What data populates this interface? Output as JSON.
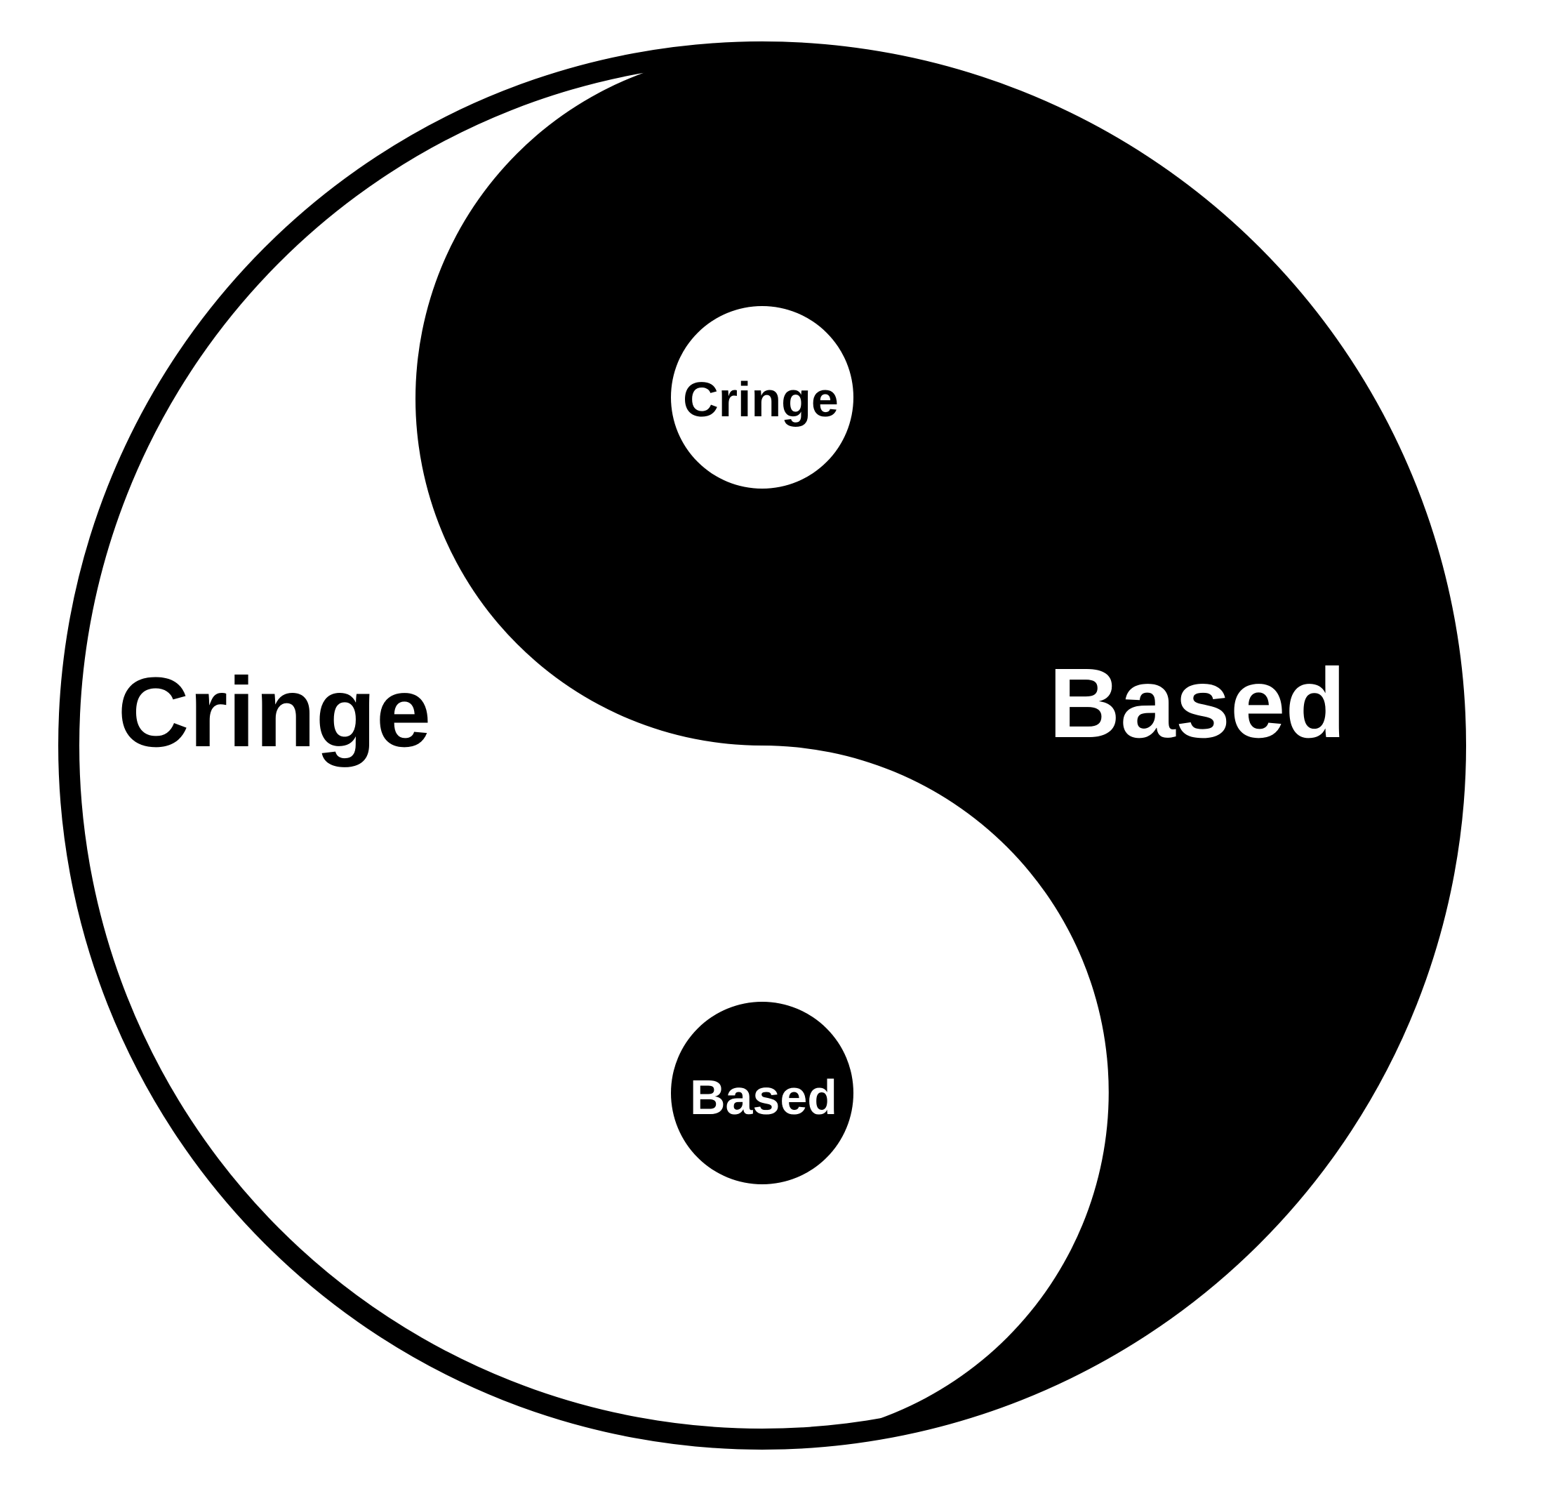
{
  "diagram": {
    "type": "yin-yang",
    "colors": {
      "background": "#ffffff",
      "dark": "#000000",
      "light": "#ffffff"
    },
    "halves": {
      "light": {
        "label": "Cringe"
      },
      "dark": {
        "label": "Based"
      }
    },
    "dots": {
      "in_dark": {
        "label": "Cringe"
      },
      "in_light": {
        "label": "Based"
      }
    }
  }
}
